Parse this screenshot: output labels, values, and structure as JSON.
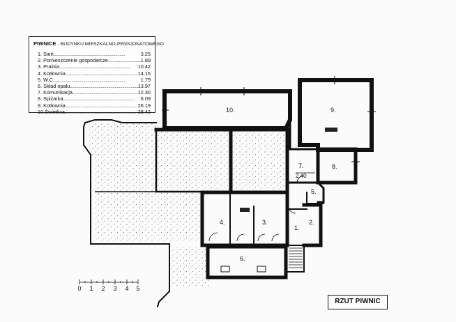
{
  "legend": {
    "title": "PIWNICE",
    "subtitle": "- BUDYNKU MIESZKALNO-PENSJONATOWEGO",
    "rooms": [
      {
        "name": "1. Sień",
        "area": "3.25"
      },
      {
        "name": "2. Pomieszczenie gospodarcze",
        "area": "1.89"
      },
      {
        "name": "3. Pralnia",
        "area": "10.42"
      },
      {
        "name": "4. Kotłownia",
        "area": "14.15"
      },
      {
        "name": "5. W.C.",
        "area": "1.79"
      },
      {
        "name": "6. Skład opału",
        "area": "13.97"
      },
      {
        "name": "7. Komunikacja",
        "area": "12.30"
      },
      {
        "name": "8. Spiżarka",
        "area": "6.09"
      },
      {
        "name": "9. Kotłownia",
        "area": "26.19"
      },
      {
        "name": "10.Świetlica",
        "area": "28.42"
      }
    ]
  },
  "plan": {
    "title": "RZUT PIWNIC",
    "room_numbers": [
      "10.",
      "9.",
      "8.",
      "7.",
      "5.",
      "4.",
      "3.",
      "2.",
      "1.",
      "6."
    ],
    "dimension": "2.40"
  },
  "scale": {
    "labels": [
      "0",
      "1",
      "2",
      "3",
      "4",
      "5"
    ]
  },
  "colors": {
    "wall": "#111111",
    "paper": "#fbfbfb",
    "hatch_dots": "#333333"
  }
}
